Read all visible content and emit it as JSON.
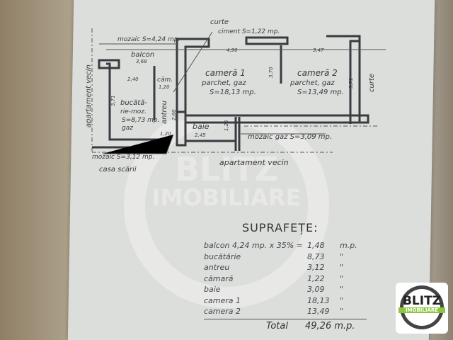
{
  "plan": {
    "curte_top": "curte",
    "ciment": "ciment S=1,22 mp.",
    "mozaic_balcon": "mozaic S=4,24 mp.",
    "balcon": "balcon",
    "balcon_dim": "3,68",
    "dim_240": "2,40",
    "camara": "căm.",
    "dim_120a": "1,20",
    "camera1": "cameră 1",
    "camera1_floor": "parchet, gaz",
    "camera1_area": "S=18,13 mp.",
    "dim_490": "4,90",
    "dim_370": "3,70",
    "camera2": "cameră 2",
    "camera2_floor": "parchet, gaz",
    "camera2_area": "S=13,49 mp.",
    "dim_347": "3,47",
    "dim_372": "3,72",
    "curte_right": "curte",
    "apartament_left": "apartament vecin",
    "bucatarie1": "bucătă-",
    "bucatarie2": "rie-moz.",
    "bucatarie_area": "S=8,73 mp.",
    "bucatarie_gaz": "gaz",
    "dim_371": "3,71",
    "antreu": "antreu",
    "dim_260": "2,60",
    "baie": "baie",
    "baie_dim": "2,45",
    "dim_126": "1,26",
    "dim_120b": "1,20",
    "mozaic_gaz": "mozaic gaz S=3,09 mp.",
    "mozaic_antreu": "mozaic S=3,12 mp.",
    "casa_scarii": "casa scării",
    "apartament_bottom": "apartament vecin"
  },
  "areas": {
    "title": "SUPRAFEȚE:",
    "rows": [
      {
        "label": "balcon 4,24 mp. x 35% =",
        "value": "1,48",
        "unit": "m.p."
      },
      {
        "label": "bucătărie",
        "value": "8,73",
        "unit": "\""
      },
      {
        "label": "antreu",
        "value": "3,12",
        "unit": "\""
      },
      {
        "label": "cămară",
        "value": "1,22",
        "unit": "\""
      },
      {
        "label": "baie",
        "value": "3,09",
        "unit": "\""
      },
      {
        "label": "camera 1",
        "value": "18,13",
        "unit": "\""
      },
      {
        "label": "camera 2",
        "value": "13,49",
        "unit": "\""
      }
    ],
    "total_label": "Total",
    "total_value": "49,26 m.p."
  },
  "watermark": {
    "text1": "BLITZ",
    "text2": "IMOBILIARE"
  },
  "logo": {
    "text1": "BLITZ",
    "text2": "IMOBILIARE",
    "accent": "#8cc63f"
  }
}
